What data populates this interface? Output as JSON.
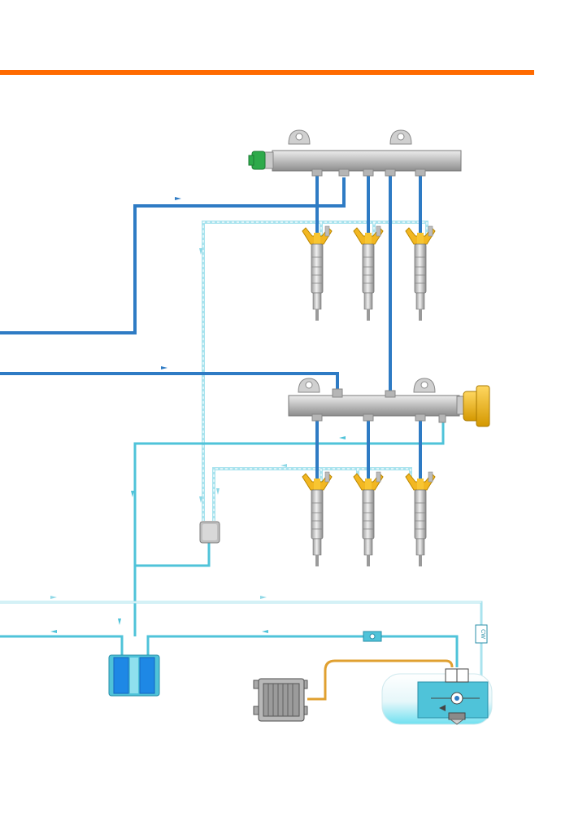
{
  "diagram": {
    "header_bar_color": "#FF6A00",
    "components": [
      {
        "name": "upper-fuel-rail"
      },
      {
        "name": "lower-fuel-rail"
      },
      {
        "name": "pressure-sensor"
      },
      {
        "name": "pressure-regulator-valve"
      },
      {
        "name": "injector"
      },
      {
        "name": "fuel-filter"
      },
      {
        "name": "pressure-damper"
      },
      {
        "name": "fuel-pump-control-unit"
      },
      {
        "name": "fuel-tank"
      },
      {
        "name": "one-way-valve"
      },
      {
        "name": "check-valve"
      }
    ],
    "tank_valve_label": "CW",
    "colors": {
      "high_pressure": "#2E7BC4",
      "supply": "#4FC3D9",
      "return": "#8FD8E6",
      "leak_return": "#A9E3EE",
      "injector_body": "#C8C8C8",
      "injector_head": "#F2B721",
      "regulator": "#E5A21C",
      "sensor": "#2DAA4A",
      "filter": "#1E88E5",
      "control_wire": "#E0A030",
      "tank": "#7FE3F2"
    }
  }
}
